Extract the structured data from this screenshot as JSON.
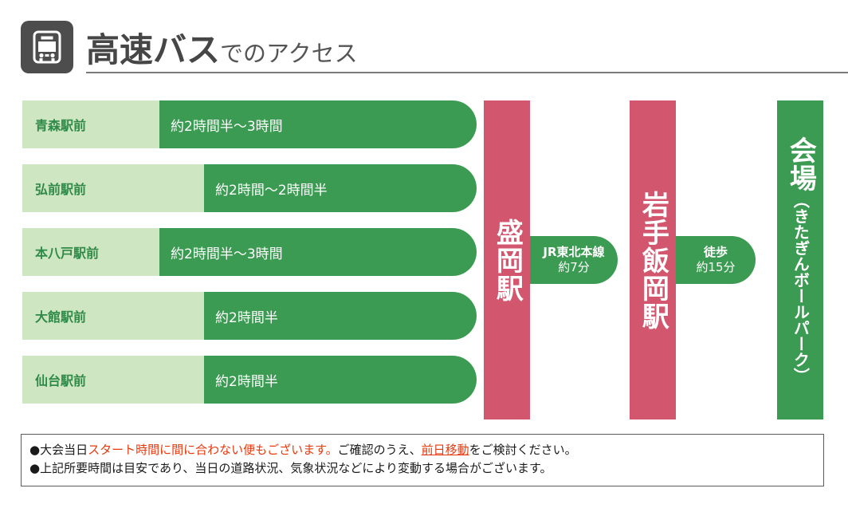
{
  "header": {
    "icon": "bus-icon",
    "title_main": "高速バス",
    "title_sub": "でのアクセス"
  },
  "colors": {
    "green_dark": "#3b9b52",
    "green_light": "#cfe6c2",
    "green_text": "#2f8a48",
    "pink": "#d2566e",
    "icon_gray": "#4d4d4d",
    "title_gray": "#464646",
    "note_red": "#e8380d"
  },
  "bus_routes": [
    {
      "origin": "青森駅前",
      "duration": "約2時間半～3時間",
      "label_width": 172
    },
    {
      "origin": "弘前駅前",
      "duration": "約2時間～2時間半",
      "label_width": 228
    },
    {
      "origin": "本八戸駅前",
      "duration": "約2時間半～3時間",
      "label_width": 172
    },
    {
      "origin": "大館駅前",
      "duration": "約2時間半",
      "label_width": 228
    },
    {
      "origin": "仙台駅前",
      "duration": "約2時間半",
      "label_width": 228
    }
  ],
  "stations": {
    "morioka": "盛岡駅",
    "iwate_iioka": "岩手飯岡駅",
    "venue_main": "会場",
    "venue_paren": "（きたぎんボールパーク）"
  },
  "connectors": [
    {
      "mode": "JR東北本線",
      "time": "約7分"
    },
    {
      "mode": "徒歩",
      "time": "約15分"
    }
  ],
  "notes": {
    "line1": {
      "bullet": "●",
      "part1": "大会当日",
      "part2_red": "スタート時間に間に合わない便もございます。",
      "part3": "ご確認のうえ、",
      "part4_red_underline": "前日移動",
      "part5": "をご検討ください。"
    },
    "line2": {
      "bullet": "●",
      "text": "上記所要時間は目安であり、当日の道路状況、気象状況などにより変動する場合がございます。"
    }
  }
}
